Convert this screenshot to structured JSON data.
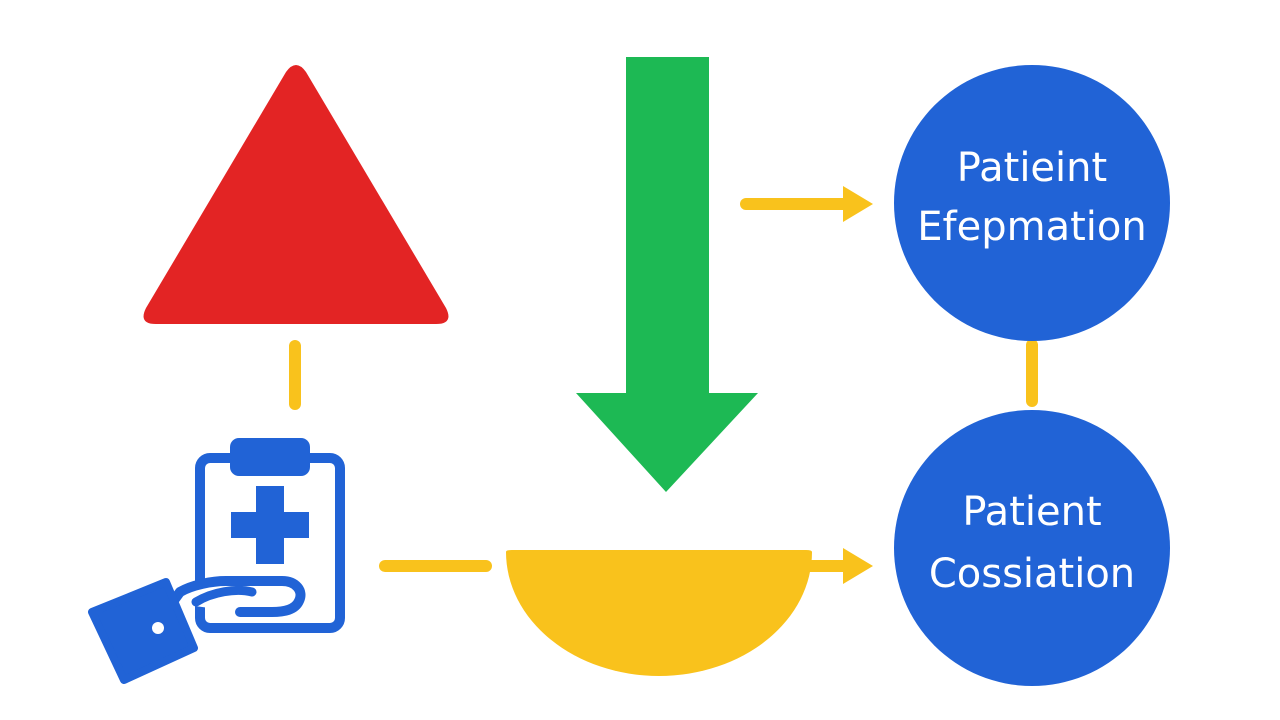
{
  "colors": {
    "red": "#E32424",
    "green": "#1DB954",
    "yellow": "#F9C21C",
    "blue": "#2163D6",
    "background": "#FFFFFF"
  },
  "nodes": {
    "hazard": {
      "shape": "triangle",
      "color": "red"
    },
    "intake": {
      "shape": "down-arrow",
      "color": "green"
    },
    "bowl": {
      "shape": "half-circle",
      "color": "yellow"
    },
    "clipboard": {
      "icon": "clipboard-medical-cross-hand-icon",
      "color": "blue"
    },
    "circle_top": {
      "line1": "Patieint",
      "line2": "Efepmation",
      "color": "blue"
    },
    "circle_bottom": {
      "line1": "Patient",
      "line2": "Cossiation",
      "color": "blue"
    }
  },
  "connectors": [
    {
      "from": "hazard",
      "to": "clipboard",
      "style": "line"
    },
    {
      "from": "intake",
      "to": "circle_top",
      "style": "arrow"
    },
    {
      "from": "circle_top",
      "to": "circle_bottom",
      "style": "line"
    },
    {
      "from": "clipboard",
      "to": "bowl",
      "style": "line"
    },
    {
      "from": "bowl",
      "to": "circle_bottom",
      "style": "arrow"
    }
  ]
}
